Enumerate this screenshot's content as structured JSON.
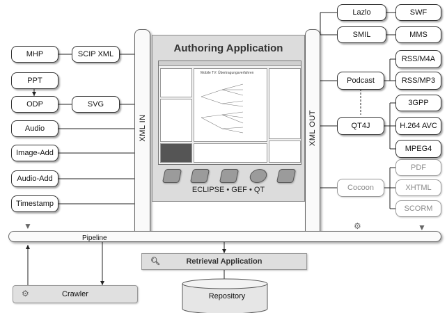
{
  "central": {
    "title": "Authoring Application",
    "subtitle": "ECLIPSE • GEF • QT",
    "screenshot_title": "Mobile TV: Übertragungsverfahren"
  },
  "bars": {
    "xml_in": "XML IN",
    "xml_out": "XML OUT",
    "pipeline": "Pipeline"
  },
  "inputs": [
    "MHP",
    "PPT",
    "ODP",
    "Audio",
    "Image-Add",
    "Audio-Add",
    "Timestamp"
  ],
  "converters": [
    "SCIP XML",
    "SVG"
  ],
  "outputs": {
    "lazlo": "Lazlo",
    "swf": "SWF",
    "smil": "SMIL",
    "mms": "MMS",
    "podcast": "Podcast",
    "rss_m4a": "RSS/M4A",
    "rss_mp3": "RSS/MP3",
    "qt4j": "QT4J",
    "gpp3": "3GPP",
    "h264": "H.264 AVC",
    "mpeg4": "MPEG4",
    "cocoon": "Cocoon",
    "pdf": "PDF",
    "xhtml": "XHTML",
    "scorm": "SCORM"
  },
  "bottom": {
    "retrieval": "Retrieval Application",
    "crawler": "Crawler",
    "repository": "Repository"
  },
  "icons": [
    "document-icon",
    "presentation-icon",
    "audio-note-icon",
    "settings-disc-icon",
    "pages-icon"
  ]
}
